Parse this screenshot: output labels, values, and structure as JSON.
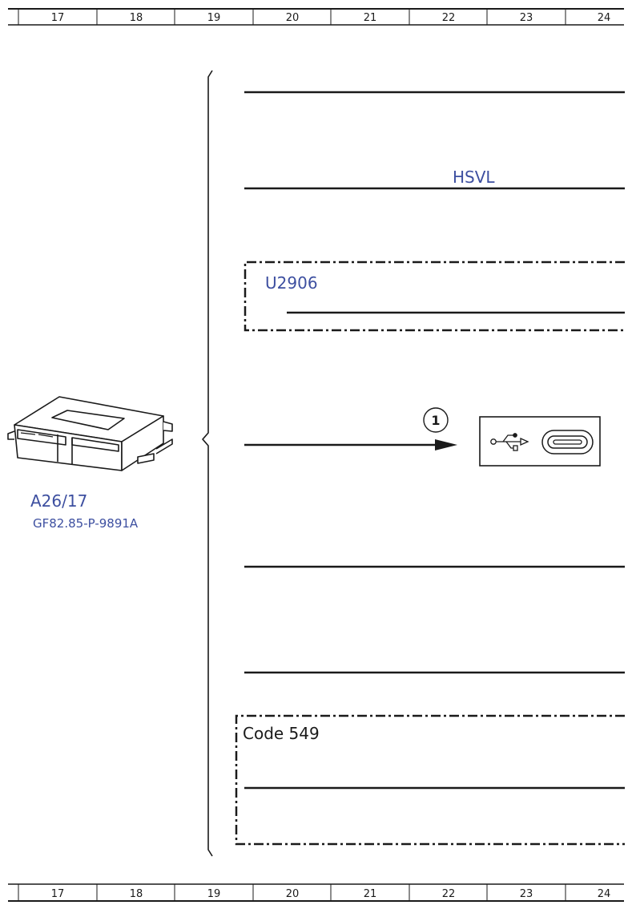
{
  "grid": {
    "columns": [
      "17",
      "18",
      "19",
      "20",
      "21",
      "22",
      "23",
      "24"
    ]
  },
  "labels": {
    "component_id": "A26/17",
    "component_doc": "GF82.85-P-9891A",
    "hsvl": "HSVL",
    "u_code": "U2906",
    "code_box": "Code 549",
    "callout": "1"
  },
  "icons": [
    "usb-icon",
    "usb-c-port-icon",
    "control-module-icon"
  ],
  "colors": {
    "label_blue": "#3d4fa0",
    "line": "#1a1a1a"
  }
}
